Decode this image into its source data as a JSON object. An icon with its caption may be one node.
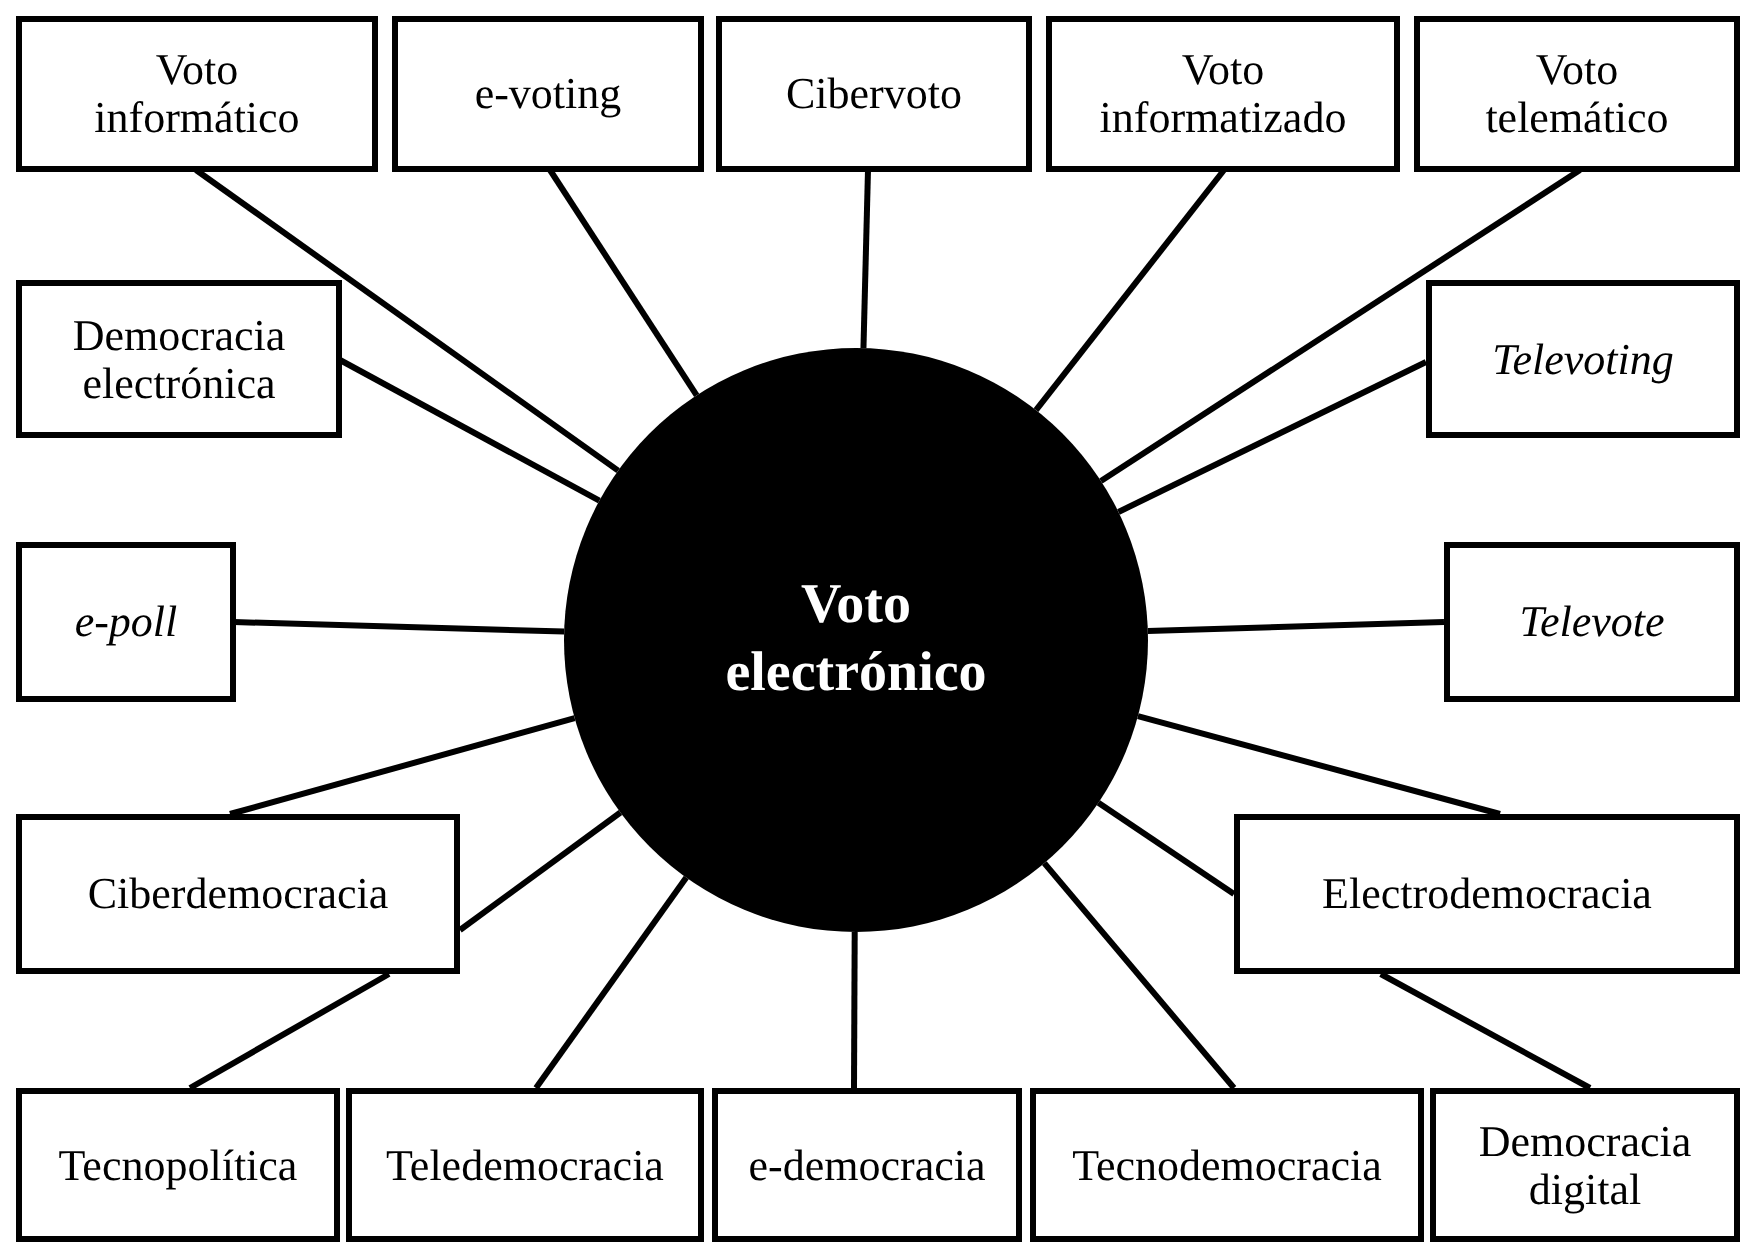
{
  "diagram": {
    "nodes": [
      {
        "text": [
          "Voto electrónico"
        ]
      },
      {
        "text": [
          "Voto informático"
        ]
      },
      {
        "text": [
          "e-voting"
        ]
      },
      {
        "text": [
          "Cibervoto"
        ]
      },
      {
        "text": [
          "Voto informatizado"
        ]
      },
      {
        "text": [
          "Voto telemático"
        ]
      },
      {
        "text": [
          "Democracia electrónica"
        ]
      },
      {
        "text": [
          "Televoting"
        ]
      },
      {
        "text": [
          "e-poll"
        ]
      },
      {
        "text": [
          "Televote"
        ]
      },
      {
        "text": [
          "Ciberdemocracia"
        ]
      },
      {
        "text": [
          "Electrodemocracia"
        ]
      },
      {
        "text": [
          "Tecnopolítica"
        ]
      },
      {
        "text": [
          "Teledemocracia"
        ]
      },
      {
        "text": [
          "e-democracia"
        ]
      },
      {
        "text": [
          "Tecnodemocracia"
        ]
      },
      {
        "text": [
          "Democracia digital"
        ]
      }
    ],
    "edges": [
      {
        "from": 0,
        "to": 1,
        "arrow": "none"
      },
      {
        "from": 0,
        "to": 2,
        "arrow": "none"
      },
      {
        "from": 0,
        "to": 3,
        "arrow": "none"
      },
      {
        "from": 0,
        "to": 4,
        "arrow": "none"
      },
      {
        "from": 0,
        "to": 5,
        "arrow": "none"
      },
      {
        "from": 0,
        "to": 6,
        "arrow": "none"
      },
      {
        "from": 0,
        "to": 7,
        "arrow": "none"
      },
      {
        "from": 0,
        "to": 8,
        "arrow": "none"
      },
      {
        "from": 0,
        "to": 9,
        "arrow": "none"
      },
      {
        "from": 0,
        "to": 10,
        "arrow": "none"
      },
      {
        "from": 0,
        "to": 11,
        "arrow": "none"
      },
      {
        "from": 0,
        "to": 10,
        "arrow": "none"
      },
      {
        "from": 10,
        "to": 12,
        "arrow": "none"
      },
      {
        "from": 0,
        "to": 13,
        "arrow": "none"
      },
      {
        "from": 0,
        "to": 14,
        "arrow": "none"
      },
      {
        "from": 0,
        "to": 15,
        "arrow": "none"
      },
      {
        "from": 0,
        "to": 11,
        "arrow": "none"
      },
      {
        "from": 11,
        "to": 16,
        "arrow": "none"
      }
    ]
  }
}
